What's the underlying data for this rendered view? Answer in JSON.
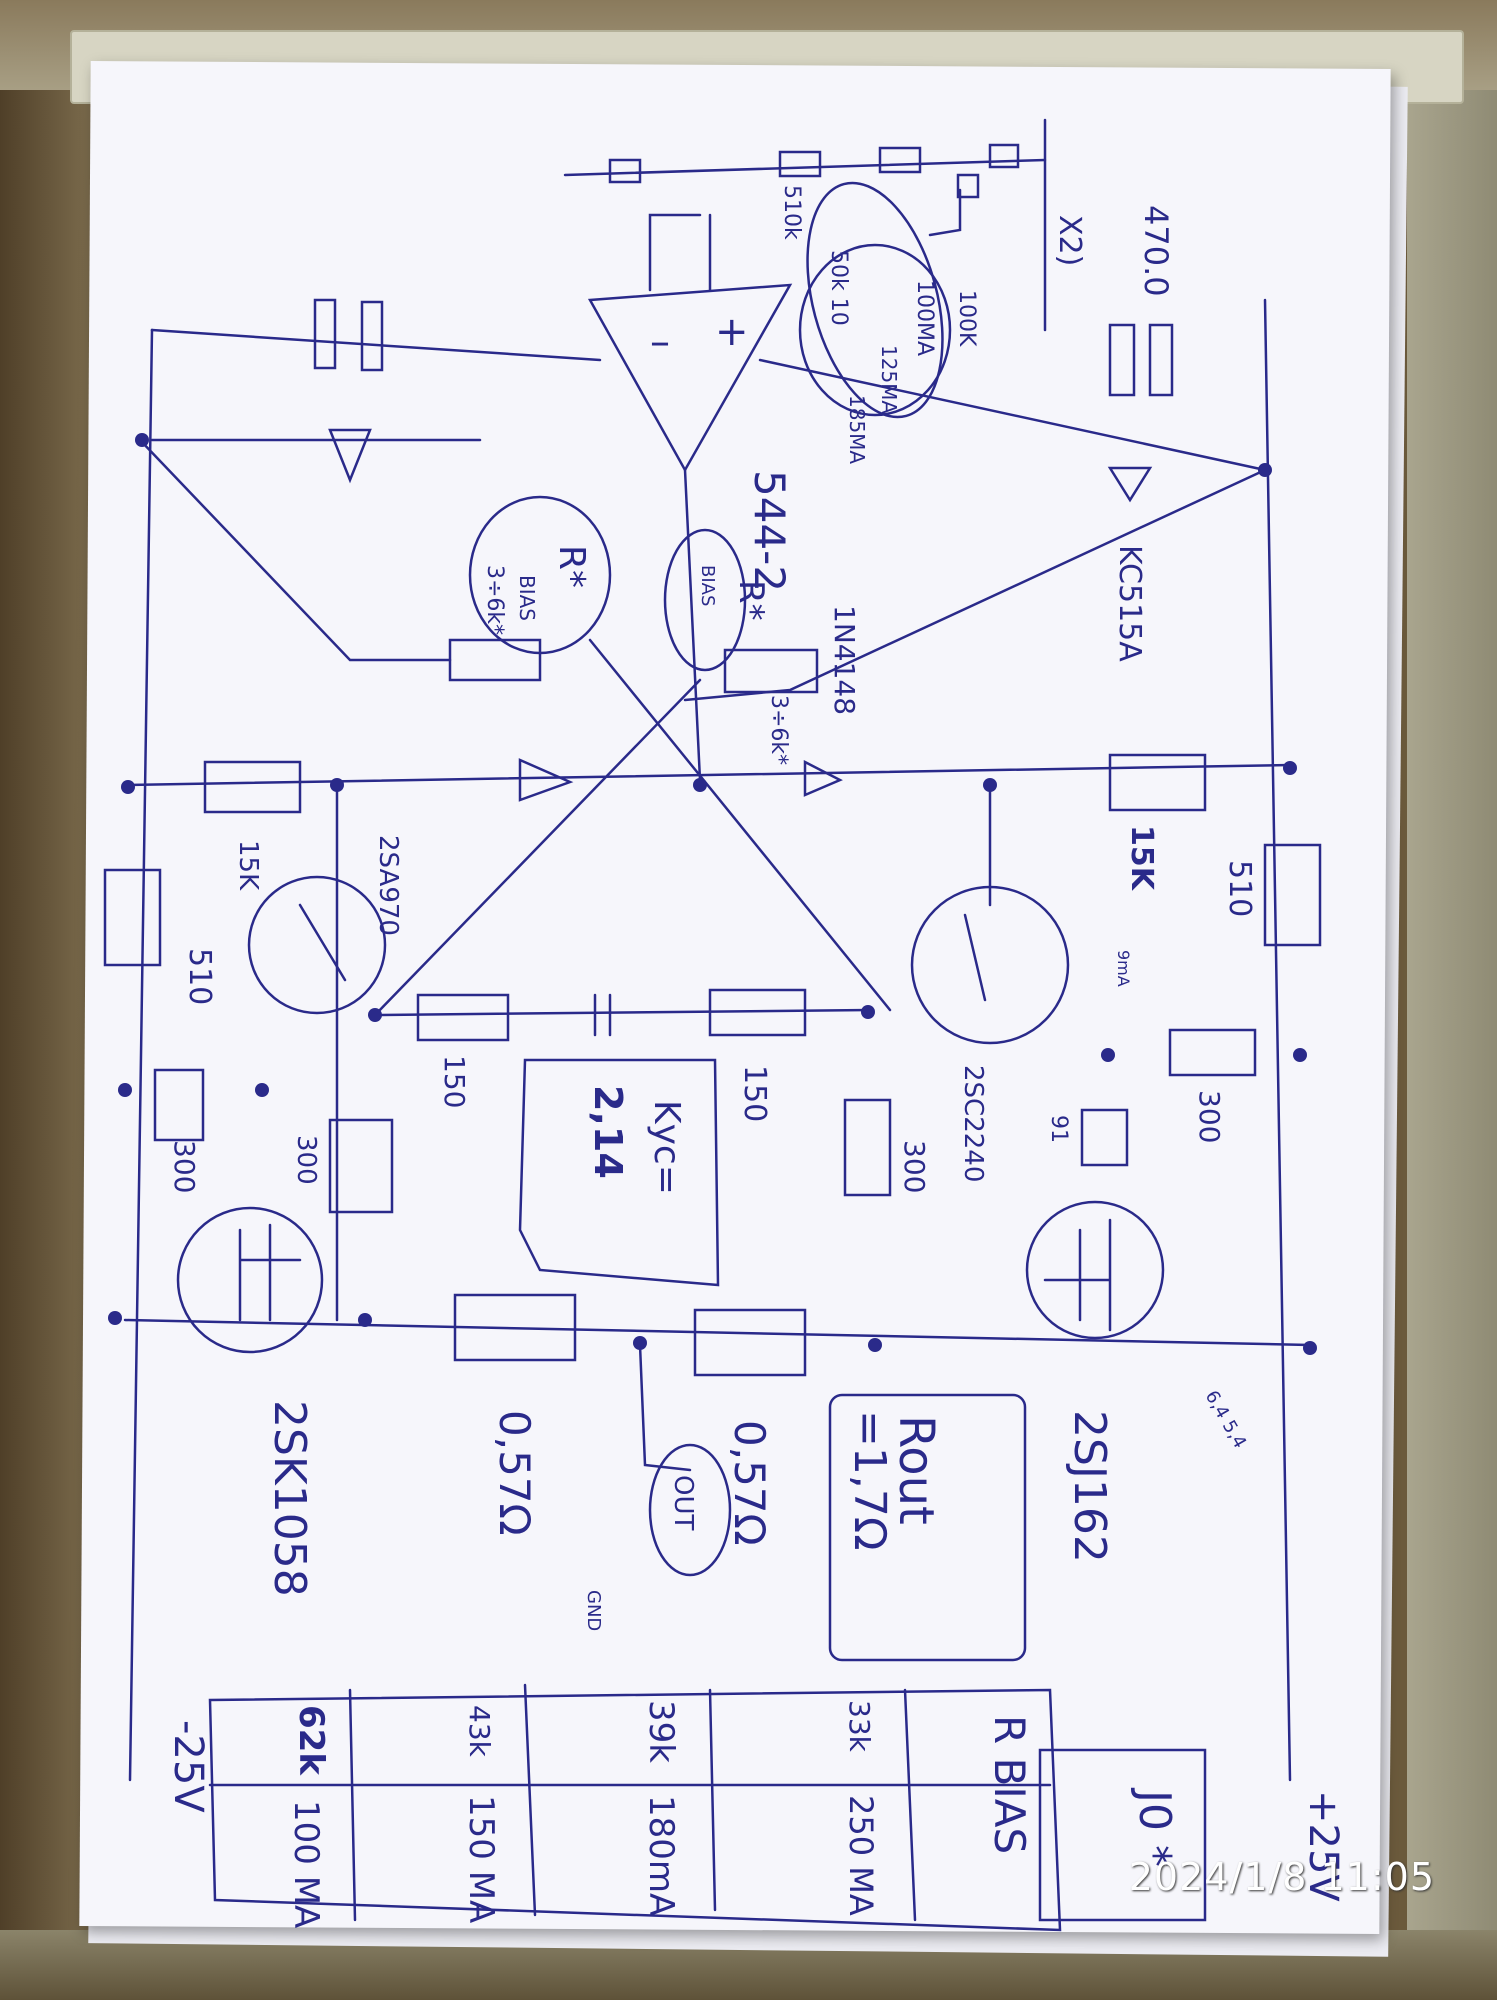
{
  "photo": {
    "timestamp": "2024/1/8  11:05",
    "ink_color": "#2a2a8a",
    "paper_color": "#f6f6fb"
  },
  "schematic": {
    "opamp_label": "544-2",
    "opamp_minus": "–",
    "opamp_plus": "+",
    "gain_cap": "X2)",
    "gain_cap_value": "470.0",
    "feedback_r": "510k",
    "bias_note_1": "100K",
    "bias_note_2": "100MA",
    "bias_note_3": "50k 10",
    "bias_note_4": "125MA",
    "bias_note_5": "185MA",
    "rbias_left": "R*",
    "rbias_left_sub": "BIAS",
    "rbias_left_range": "3÷6k*",
    "rbias_mid": "R*",
    "rbias_mid_sub": "BIAS",
    "rbias_mid_range": "3÷6k*",
    "diode_label": "1N4148",
    "zener_label": "KC515A",
    "r_15k_left": "15K",
    "r_15k_right": "15K",
    "r_510_left": "510",
    "r_510_right": "510",
    "r_300_left": "300",
    "r_300_left2": "300",
    "r_300_mid": "300",
    "r_300_right": "300",
    "r_150_a": "150",
    "r_150_b": "150",
    "r_91": "91",
    "q_pnp": "2SA970",
    "q_npn": "2SC2240",
    "q_mos_n": "2SK1058",
    "q_mos_p": "2SJ162",
    "gain_label": "Kус=",
    "gain_value": "2,14",
    "r_emitter_a": "0,57Ω",
    "r_emitter_b": "0,57Ω",
    "rout_label": "Rout",
    "rout_value": "=1,7Ω",
    "out_label": "OUT",
    "gnd_label": "GND",
    "current_note": "9mA",
    "small_note": "6,4 5,4",
    "neg_rail": "-25V",
    "pos_rail": "+25V"
  },
  "bias_table": {
    "header": "R BIAS",
    "cells_r": [
      "62k",
      "43k",
      "39k",
      "33k"
    ],
    "cells_i": [
      "100 MA",
      "150 MA",
      "180mA",
      "250 MA"
    ],
    "side_note": "J0 *"
  }
}
